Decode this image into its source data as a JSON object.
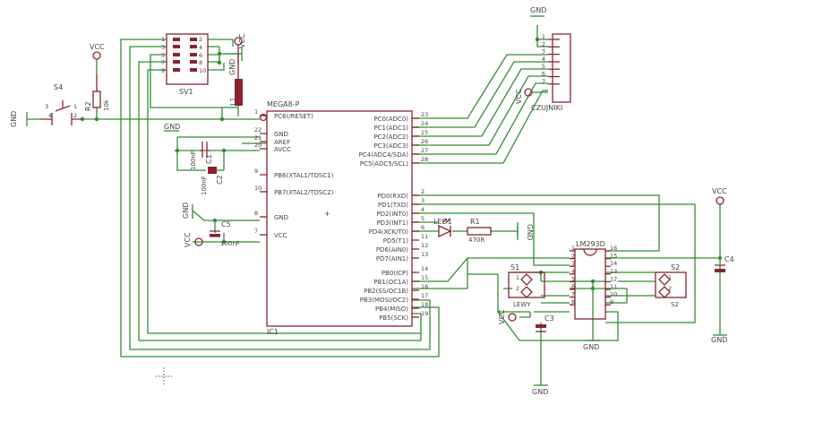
{
  "sv1": {
    "name": "SV1",
    "pins_left": [
      "1",
      "3",
      "5",
      "7",
      "9"
    ],
    "pins_right": [
      "2",
      "4",
      "6",
      "8",
      "10"
    ]
  },
  "czujniki": {
    "name": "CZUJNIKI",
    "pins": [
      "1",
      "2",
      "3",
      "4",
      "5",
      "6",
      "7"
    ]
  },
  "s4": {
    "name": "S4",
    "pin3": "3",
    "pin4": "4",
    "pin1": "1",
    "pin2": "2"
  },
  "r2": {
    "name": "R2",
    "value": "10k"
  },
  "l1": {
    "name": "L1"
  },
  "c1": {
    "name": "C1",
    "value": "100nF"
  },
  "c2": {
    "name": "C2",
    "value": "100nF"
  },
  "c5": {
    "name": "C5",
    "value": "100nF"
  },
  "c3": {
    "name": "C3"
  },
  "c4": {
    "name": "C4"
  },
  "led1": {
    "name": "LED1"
  },
  "r1": {
    "name": "R1",
    "value": "470R"
  },
  "s1": {
    "name": "S1",
    "pin1": "1",
    "pin2": "2"
  },
  "s2": {
    "name": "S2",
    "pin1": "1",
    "pin2": "2"
  },
  "lewy": "LEWY",
  "prawy": "S2",
  "power": {
    "gnd": "GND",
    "vcc": "VCC"
  },
  "ic1": {
    "name": "IC1",
    "type": "MEGA8-P",
    "left": [
      {
        "name": "PC6(/RESET)",
        "num": "1"
      },
      {
        "name": "GND",
        "num": "22"
      },
      {
        "name": "AREF",
        "num": "21"
      },
      {
        "name": "AVCC",
        "num": "20"
      },
      {
        "name": "PB6(XTAL1/TOSC1)",
        "num": "9"
      },
      {
        "name": "PB7(XTAL2/TOSC2)",
        "num": "10"
      },
      {
        "name": "GND",
        "num": "8"
      },
      {
        "name": "VCC",
        "num": "7"
      }
    ],
    "right": [
      {
        "name": "PC0(ADC0)",
        "num": "23"
      },
      {
        "name": "PC1(ADC1)",
        "num": "24"
      },
      {
        "name": "PC2(ADC2)",
        "num": "25"
      },
      {
        "name": "PC3(ADC3)",
        "num": "26"
      },
      {
        "name": "PC4(ADC4/SDA)",
        "num": "27"
      },
      {
        "name": "PC5(ADC5/SCL)",
        "num": "28"
      },
      {
        "name": "PD0(RXD)",
        "num": "2"
      },
      {
        "name": "PD1(TXD)",
        "num": "3"
      },
      {
        "name": "PD2(INT0)",
        "num": "4"
      },
      {
        "name": "PD3(INT1)",
        "num": "5"
      },
      {
        "name": "PD4(XCK/T0)",
        "num": "6"
      },
      {
        "name": "PD5(T1)",
        "num": "11"
      },
      {
        "name": "PD6(AIN0)",
        "num": "12"
      },
      {
        "name": "PD7(AIN1)",
        "num": "13"
      },
      {
        "name": "PB0(ICP)",
        "num": "14"
      },
      {
        "name": "PB1(OC1A)",
        "num": "15"
      },
      {
        "name": "PB2(SS/OC1B)",
        "num": "16"
      },
      {
        "name": "PB3(MOSI/OC2)",
        "num": "17"
      },
      {
        "name": "PB4(MISO)",
        "num": "18"
      },
      {
        "name": "PB5(SCK)",
        "num": "19"
      }
    ]
  },
  "lm293d": {
    "name": "LM293D",
    "left": [
      "1",
      "2",
      "3",
      "4",
      "5",
      "6",
      "7",
      "8"
    ],
    "right": [
      "16",
      "15",
      "14",
      "13",
      "12",
      "11",
      "10",
      "9"
    ]
  }
}
